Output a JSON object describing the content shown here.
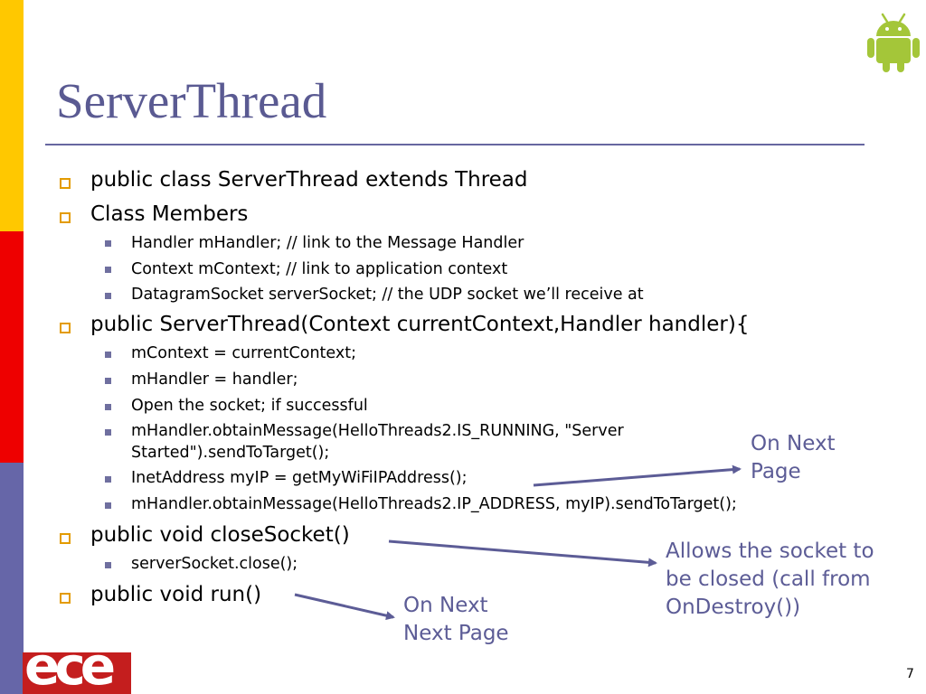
{
  "slide": {
    "title": "ServerThread",
    "page_number": "7",
    "colors": {
      "bar_top": "#ffc800",
      "bar_mid": "#ee0000",
      "bar_bottom": "#6666a8",
      "title": "#5a5a92",
      "bullet_l1": "#e39b00",
      "bullet_l2": "#6f6f9f",
      "annotation": "#5c5c96",
      "arrow": "#5c5c96",
      "android": "#a4c639",
      "logo_bg": "#c41e1e"
    }
  },
  "items": [
    {
      "level": 1,
      "text": "public class ServerThread extends Thread"
    },
    {
      "level": 1,
      "text": "Class Members"
    },
    {
      "level": 2,
      "text": "Handler mHandler; // link to the Message Handler"
    },
    {
      "level": 2,
      "text": "Context mContext; // link to application context"
    },
    {
      "level": 2,
      "text": "DatagramSocket serverSocket;  // the UDP socket we’ll receive at"
    },
    {
      "level": 1,
      "text": "public ServerThread(Context currentContext,Handler handler){"
    },
    {
      "level": 2,
      "text": "mContext = currentContext;"
    },
    {
      "level": 2,
      "text": "mHandler = handler;"
    },
    {
      "level": 2,
      "text": "Open the socket; if successful"
    },
    {
      "level": 2,
      "text": "mHandler.obtainMessage(HelloThreads2.IS_RUNNING, \"Server",
      "cont": "Started\").sendToTarget();"
    },
    {
      "level": 2,
      "text": "InetAddress myIP = getMyWiFiIPAddress();"
    },
    {
      "level": 2,
      "text": "mHandler.obtainMessage(HelloThreads2.IP_ADDRESS, myIP).sendToTarget();"
    },
    {
      "level": 1,
      "text": "public void closeSocket()"
    },
    {
      "level": 2,
      "text": "serverSocket.close();"
    },
    {
      "level": 1,
      "text": "public void run()"
    }
  ],
  "annotations": {
    "on_next_page": [
      "On Next",
      "Page"
    ],
    "allows_closed": [
      "Allows the socket to",
      "be closed (call from",
      "OnDestroy())"
    ],
    "on_next_next_page": [
      "On Next",
      "Next Page"
    ]
  },
  "logo": {
    "text": "ece"
  },
  "icons": {
    "android": "android-robot-icon"
  }
}
